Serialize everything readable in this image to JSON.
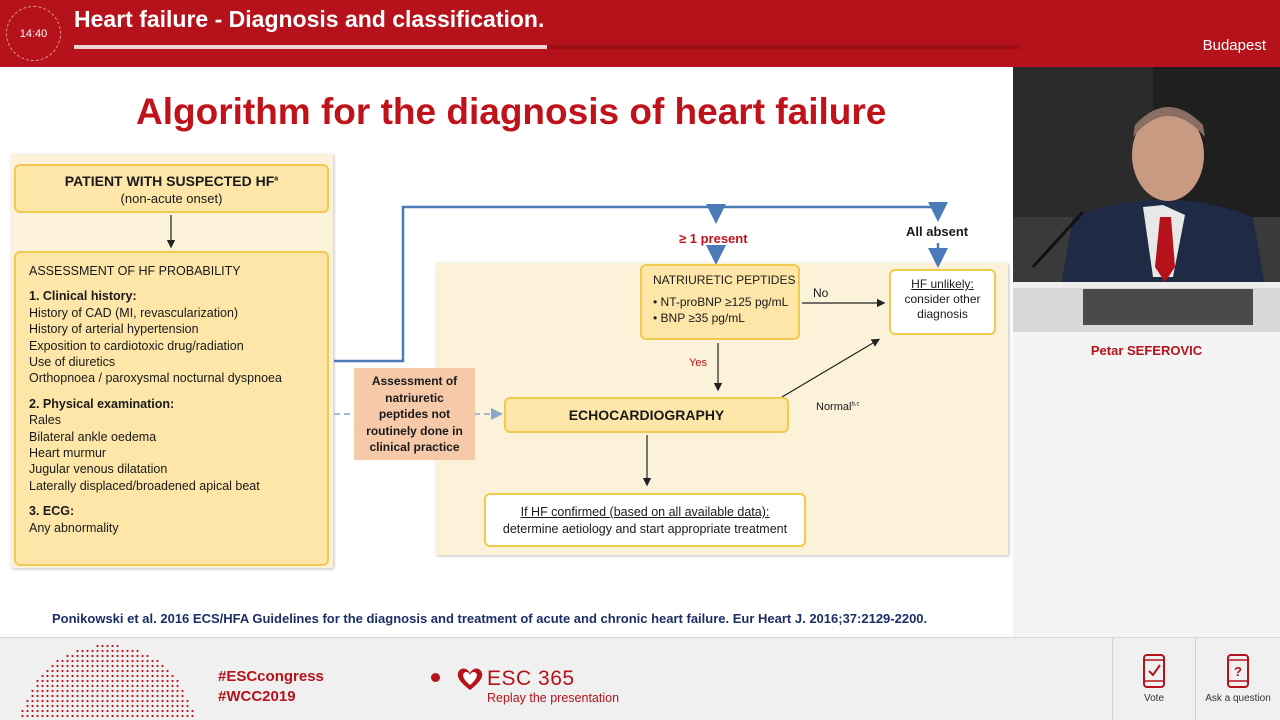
{
  "header": {
    "timer": "14:40",
    "title": "Heart failure - Diagnosis and classification.",
    "progress_fraction": 0.5,
    "location": "Budapest"
  },
  "slide": {
    "title": "Algorithm for the diagnosis of heart failure",
    "suspected": {
      "line1": "PATIENT WITH SUSPECTED HF",
      "sup": "a",
      "line2": "(non-acute onset)"
    },
    "assessment": {
      "heading": "ASSESSMENT OF HF PROBABILITY",
      "clinical_history": {
        "heading": "1. Clinical history:",
        "items": [
          "History of CAD (MI, revascularization)",
          "History of arterial hypertension",
          "Exposition to cardiotoxic drug/radiation",
          "Use of diuretics",
          "Orthopnoea / paroxysmal nocturnal dyspnoea"
        ]
      },
      "physical_exam": {
        "heading": "2. Physical examination:",
        "items": [
          "Rales",
          "Bilateral ankle oedema",
          "Heart murmur",
          "Jugular venous dilatation",
          "Laterally displaced/broadened apical beat"
        ]
      },
      "ecg": {
        "heading": "3. ECG:",
        "items": [
          "Any abnormality"
        ]
      }
    },
    "orange_note": [
      "Assessment of",
      "natriuretic",
      "peptides not",
      "routinely done in",
      "clinical practice"
    ],
    "present_label": "≥ 1 present",
    "absent_label": "All absent",
    "natriuretic": {
      "title": "NATRIURETIC PEPTIDES",
      "items": [
        "• NT-proBNP ≥125 pg/mL",
        "• BNP  ≥35 pg/mL"
      ]
    },
    "no_label": "No",
    "yes_label": "Yes",
    "echo_label": "ECHOCARDIOGRAPHY",
    "normal_label": "Normal",
    "normal_sup": "b,c",
    "unlikely": {
      "line1": "HF unlikely:",
      "line2": "consider other",
      "line3": "diagnosis"
    },
    "confirmed": {
      "line1": "If HF confirmed (based on all available data):",
      "line2": "determine aetiology and start appropriate treatment"
    },
    "reference": "Ponikowski et al.  2016 ECS/HFA Guidelines for the  diagnosis and treatment of acute and chronic heart failure. Eur Heart J. 2016;37:2129-2200."
  },
  "speaker": {
    "name": "Petar SEFEROVIC"
  },
  "footer": {
    "hashtags": [
      "#ESCcongress",
      "#WCC2019"
    ],
    "brand": "ESC 365",
    "replay": "Replay the presentation",
    "vote_label": "Vote",
    "ask_label": "Ask a question"
  },
  "colors": {
    "brand_red": "#b5121b",
    "box_yellow": "#fde6a8",
    "panel_cream": "#fcf2d9",
    "arrow_blue": "#4a7ab8",
    "note_orange": "#f6c9a8",
    "reference_navy": "#1c2e66"
  }
}
